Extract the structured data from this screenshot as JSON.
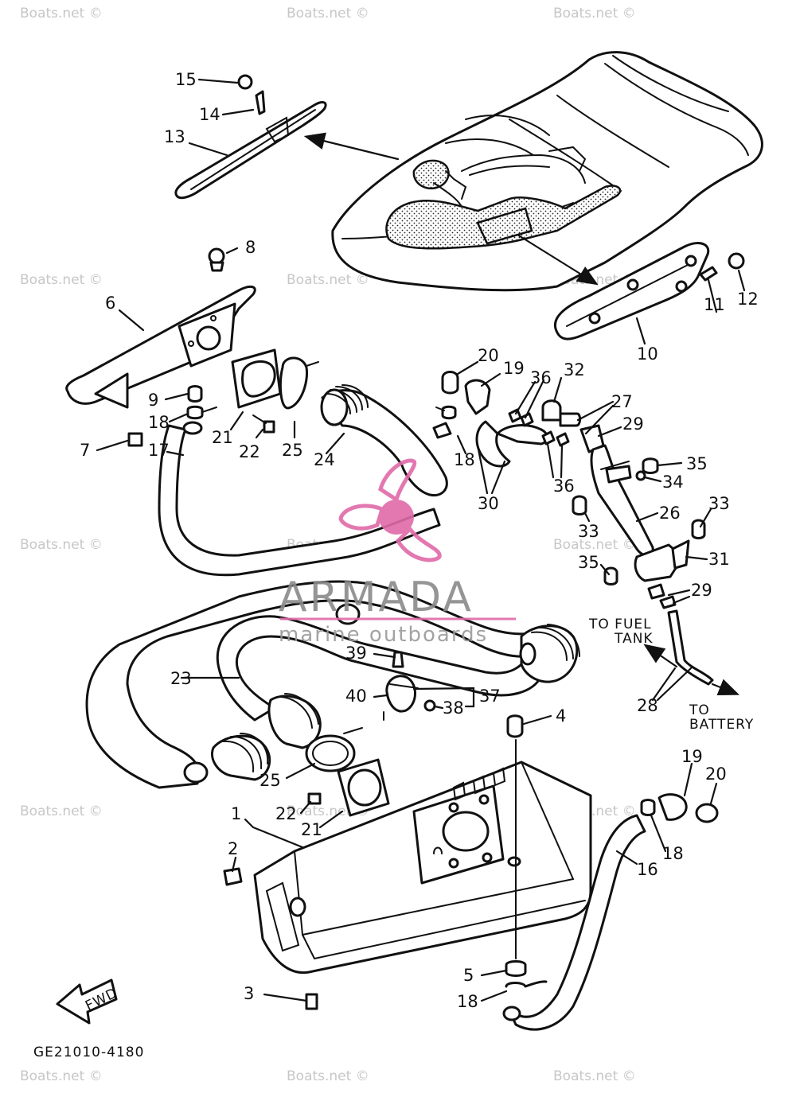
{
  "diagram": {
    "code": "GE21010-4180",
    "fwd_label": "FWD",
    "brand": {
      "name": "ARMADA",
      "tagline": "marine outboards",
      "accent": "#e06aa8"
    },
    "watermark": "Boats.net ©",
    "notes": [
      "TO FUEL",
      "TANK",
      "TO",
      "BATTERY"
    ],
    "callouts": [
      "1",
      "2",
      "3",
      "4",
      "5",
      "6",
      "7",
      "8",
      "9",
      "10",
      "11",
      "12",
      "13",
      "14",
      "15",
      "16",
      "17",
      "18",
      "19",
      "20",
      "21",
      "22",
      "23",
      "24",
      "25",
      "26",
      "27",
      "28",
      "29",
      "30",
      "31",
      "32",
      "33",
      "34",
      "35",
      "36",
      "37",
      "38",
      "39",
      "40"
    ]
  }
}
